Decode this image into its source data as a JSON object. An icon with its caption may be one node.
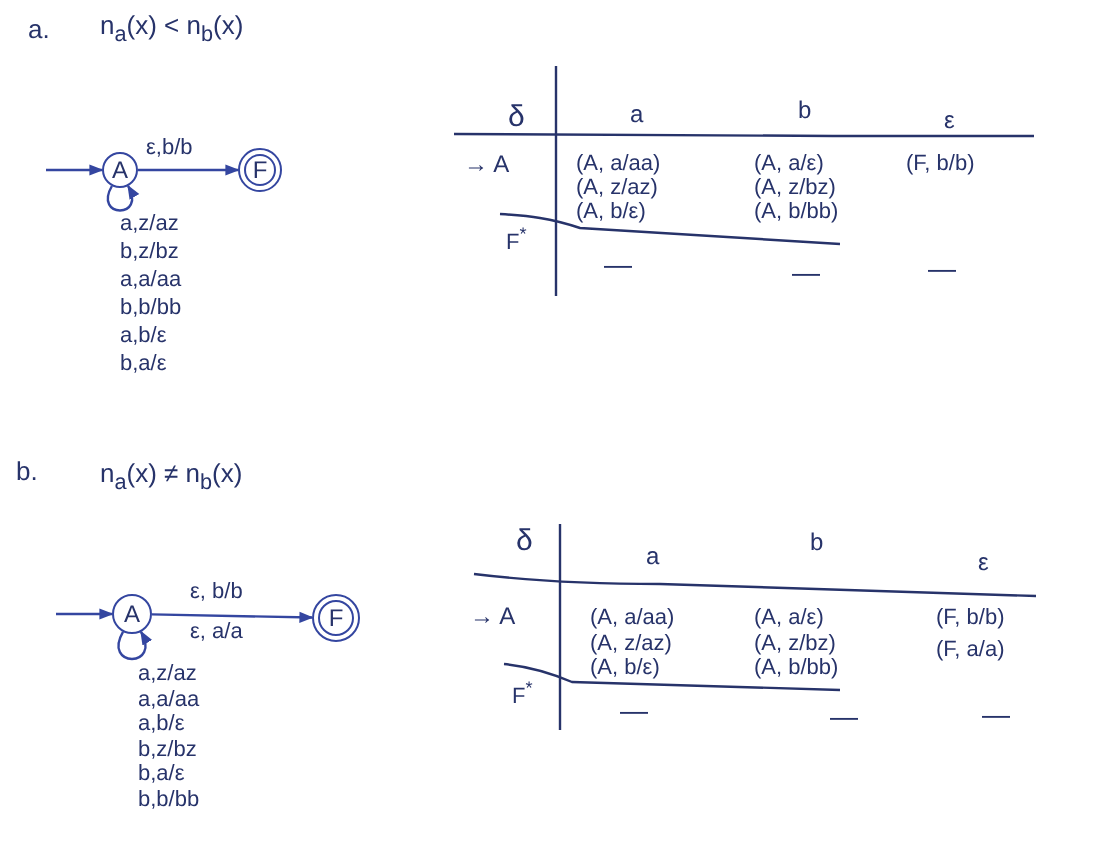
{
  "diagram": {
    "nodes": [
      {
        "text": [
          "A"
        ]
      },
      {
        "text": [
          "F"
        ]
      },
      {
        "text": [
          "A"
        ]
      },
      {
        "text": [
          "F"
        ]
      }
    ],
    "edges": [
      {
        "from": null,
        "to": 0,
        "arrow": "to"
      },
      {
        "from": 0,
        "to": 0,
        "arrow": "to",
        "label": "a,z/az b,z/bz a,a/aa b,b/bb a,b/ε b,a/ε"
      },
      {
        "from": 0,
        "to": 1,
        "arrow": "to",
        "label": "ε,b/b"
      },
      {
        "from": null,
        "to": 2,
        "arrow": "to"
      },
      {
        "from": 2,
        "to": 2,
        "arrow": "to",
        "label": "a,z/az a,a/aa a,b/ε b,z/bz b,a/ε b,b/bb"
      },
      {
        "from": 2,
        "to": 3,
        "arrow": "to",
        "label": "ε, b/b ε, a/a"
      }
    ],
    "labels": [
      "a.",
      "n$_{a}$(x) < n$_{b}$(x)",
      "δ",
      "a",
      "b",
      "ε",
      "→ A",
      "(A, a/aa)",
      "(A, z/az)",
      "(A, b/ε)",
      "(A, a/ε)",
      "(A, z/bz)",
      "(A, b/bb)",
      "(F, b/b)",
      "F$^{*}$",
      "—",
      "—",
      "—",
      "b.",
      "n$_{a}$(x) ≠ n$_{b}$(x)",
      "δ",
      "a",
      "b",
      "ε",
      "→ A",
      "(A, a/aa)",
      "(A, z/az)",
      "(A, b/ε)",
      "(A, a/ε)",
      "(A, z/bz)",
      "(A, b/bb)",
      "(F, b/b)",
      "(F, a/a)",
      "F$^{*}$",
      "—",
      "—",
      "—"
    ]
  }
}
